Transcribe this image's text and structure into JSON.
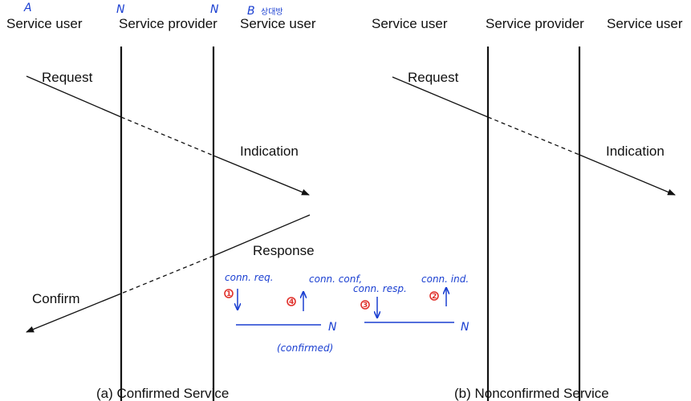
{
  "panel_a": {
    "headers": {
      "left_user": "Service user",
      "provider": "Service provider",
      "right_user": "Service user"
    },
    "messages": {
      "request": "Request",
      "indication": "Indication",
      "response": "Response",
      "confirm": "Confirm"
    },
    "caption": "(a) Confirmed Service"
  },
  "panel_b": {
    "headers": {
      "left_user": "Service user",
      "provider": "Service provider",
      "right_user": "Service user"
    },
    "messages": {
      "request": "Request",
      "indication": "Indication"
    },
    "caption": "(b) Nonconfirmed Service"
  },
  "handwriting": {
    "entity_a": "A",
    "entity_n1": "N",
    "entity_n2": "N",
    "entity_b": "B",
    "entity_b_note": "상대방",
    "conn_req": "conn. req.",
    "conn_conf": "conn. conf,",
    "conn_resp": "conn. resp.",
    "conn_ind": "conn. ind.",
    "n_label_1": "N",
    "n_label_2": "N",
    "confirmed_note": "(confirmed)",
    "step1": "1",
    "step2": "4",
    "step3": "3",
    "step4": "2"
  },
  "colors": {
    "ink": "#111111",
    "pen": "#1a3fd1",
    "marker": "#e0312b"
  }
}
